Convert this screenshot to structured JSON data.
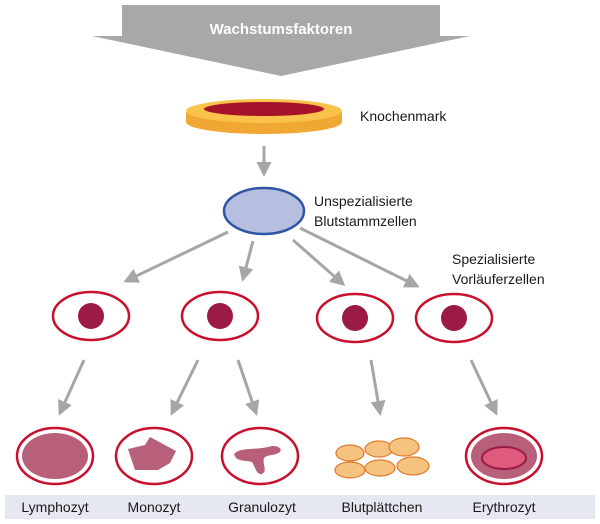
{
  "banner": {
    "label": "Wachstumsfaktoren"
  },
  "bone_marrow": {
    "label": "Knochenmark"
  },
  "stem_cells": {
    "line1": "Unspezialisierte",
    "line2": "Blutstammzellen"
  },
  "progenitors": {
    "line1": "Spezialisierte",
    "line2": "Vorläuferzellen"
  },
  "cell_types": [
    "Lymphozyt",
    "Monozyt",
    "Granulozyt",
    "Blutplättchen",
    "Erythrozyt"
  ],
  "colors": {
    "banner": "#a8a8a8",
    "marrow_outer": "#f9c24a",
    "marrow_inner": "#a5122a",
    "stem_fill": "#b7bfe0",
    "stem_stroke": "#2e56a4",
    "progenitor_stroke": "#c8102e",
    "nucleus": "#9b1b45",
    "arrow": "#a6a6a6",
    "cell_stroke": "#c8102e",
    "cell_fill": "#b8607a",
    "platelet_fill": "#f6c280",
    "platelet_stroke": "#e07a2a",
    "bottom_bar": "#e5e8f1"
  }
}
